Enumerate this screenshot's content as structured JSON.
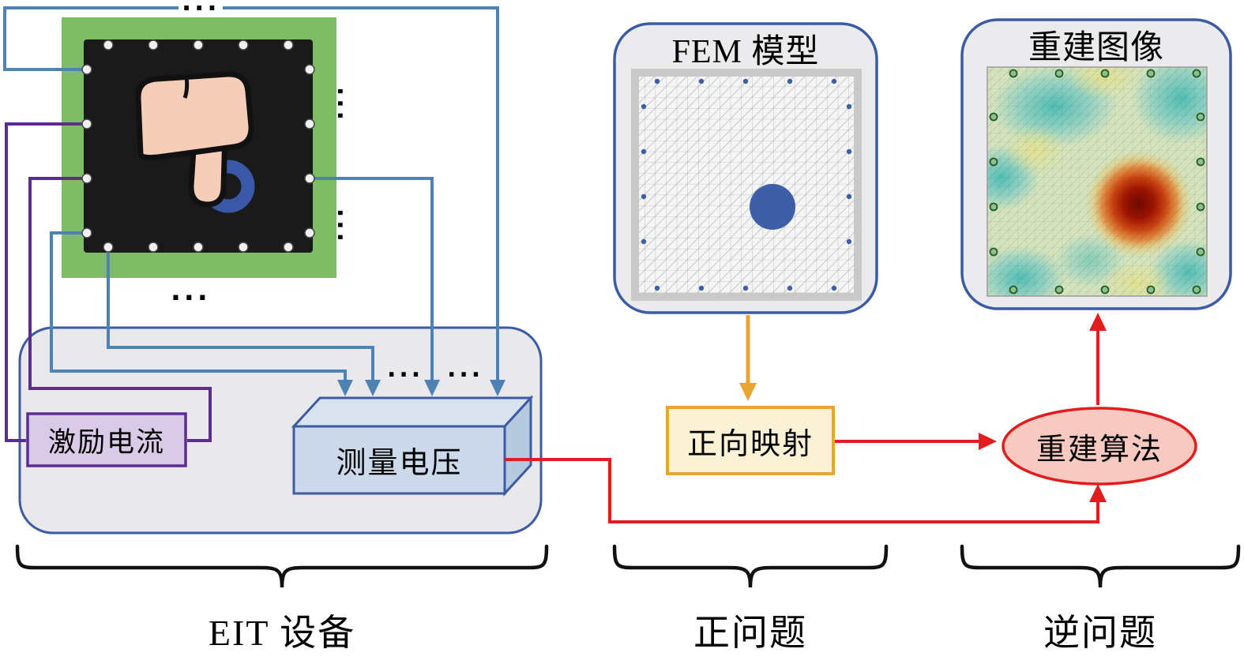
{
  "diagram": {
    "fem": {
      "title": "FEM 模型"
    },
    "recon": {
      "title": "重建图像"
    },
    "device": {
      "excitation_label": "激励电流",
      "voltage_label": "测量电压"
    },
    "forward": {
      "label": "正向映射"
    },
    "algorithm": {
      "label": "重建算法"
    },
    "braces": [
      {
        "label": "EIT 设备"
      },
      {
        "label": "正问题"
      },
      {
        "label": "逆问题"
      }
    ],
    "marks": {
      "ellipsis": "...",
      "ellipsis_vertical": "..."
    },
    "colors": {
      "wire_blue": "#4E82B4",
      "wire_purple": "#5C2D91",
      "signal_red": "#E11D1D",
      "arrow_yellow": "#EAA531",
      "panel_border_blue": "#3B5BA5",
      "sensor_green": "#7FBC66",
      "sensor_black": "#1A1A1A",
      "excitation_fill": "#D9CAE8",
      "voltage_fill": "#CBD9EA",
      "forward_fill": "#FBF2D5",
      "algorithm_fill": "#F7C9C0",
      "hotspot_red": "#6E0800",
      "heatmap_teal": "#49BCB4"
    }
  }
}
